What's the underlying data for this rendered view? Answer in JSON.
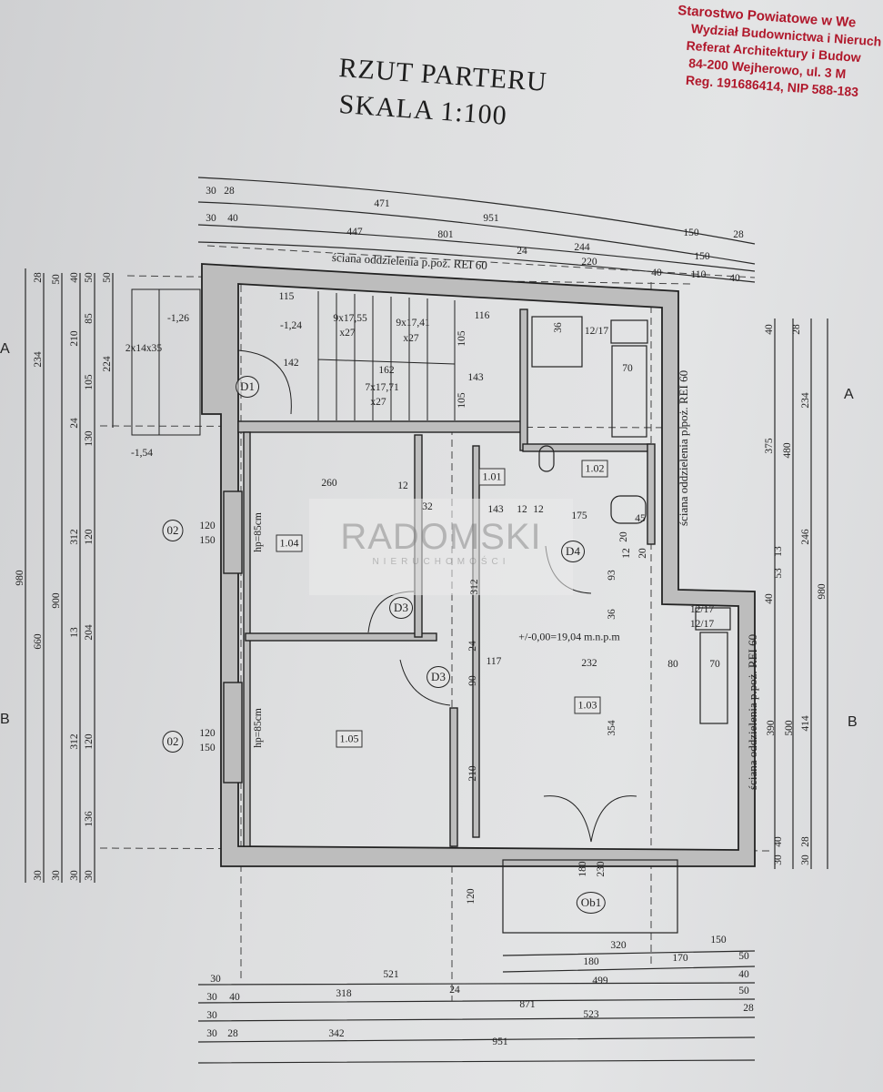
{
  "title": {
    "line1": "RZUT PARTERU",
    "line2": "SKALA 1:100"
  },
  "stamp": {
    "lines": [
      "Starostwo Powiatowe w We",
      "Wydział Budownictwa i Nieruch",
      "Referat Architektury i Budow",
      "84-200 Wejherowo, ul. 3 M",
      "Reg. 191686414, NIP 588-183"
    ],
    "color": "#b0182b"
  },
  "watermark": {
    "name": "RADOMSKI",
    "sub": "NIERUCHOMOŚCI"
  },
  "firewall_label": "ściana oddzielenia p.poż. REI 60",
  "rooms": [
    "1.01",
    "1.02",
    "1.03",
    "1.04",
    "1.05"
  ],
  "doors": [
    "D1",
    "D3",
    "D3",
    "D4",
    "Ob1"
  ],
  "windows": [
    "02",
    "02"
  ],
  "levels": {
    "main": "+/-0,00=19,04 m.n.p.m",
    "l1": "-1,26",
    "l2": "-1,24",
    "l3": "-1,54"
  },
  "section_markers": [
    "A",
    "A",
    "B",
    "B"
  ],
  "sill_height": [
    "hp=85cm",
    "hp=85cm"
  ],
  "stairs": {
    "s1": "9x17,55",
    "s1b": "x27",
    "s2": "9x17,41",
    "s2b": "x27",
    "s3": "7x17,71",
    "s3b": "x27",
    "entry": "2x14x35"
  },
  "dimensions": [
    "30",
    "28",
    "471",
    "951",
    "30",
    "40",
    "801",
    "244",
    "447",
    "24",
    "220",
    "150",
    "28",
    "150",
    "40",
    "110",
    "40",
    "980",
    "660",
    "900",
    "312",
    "312",
    "13",
    "204",
    "234",
    "28",
    "50",
    "210",
    "40",
    "24",
    "105",
    "85",
    "50",
    "130",
    "120",
    "120",
    "136",
    "224",
    "50",
    "30",
    "30",
    "30",
    "30",
    "115",
    "142",
    "162",
    "116",
    "105",
    "143",
    "105",
    "36",
    "70",
    "12/17",
    "260",
    "12",
    "32",
    "143",
    "12",
    "12",
    "175",
    "20",
    "45",
    "312",
    "93",
    "12",
    "20",
    "36",
    "24",
    "117",
    "232",
    "80",
    "70",
    "90",
    "210",
    "354",
    "120",
    "180",
    "230",
    "12/17",
    "12/17",
    "120",
    "150",
    "120",
    "150",
    "40",
    "375",
    "40",
    "13",
    "53",
    "390",
    "30",
    "40",
    "28",
    "480",
    "500",
    "234",
    "246",
    "414",
    "980",
    "30",
    "28",
    "320",
    "150",
    "180",
    "170",
    "50",
    "30",
    "521",
    "499",
    "40",
    "30",
    "40",
    "318",
    "24",
    "871",
    "50",
    "30",
    "523",
    "28",
    "30",
    "28",
    "342",
    "951"
  ]
}
